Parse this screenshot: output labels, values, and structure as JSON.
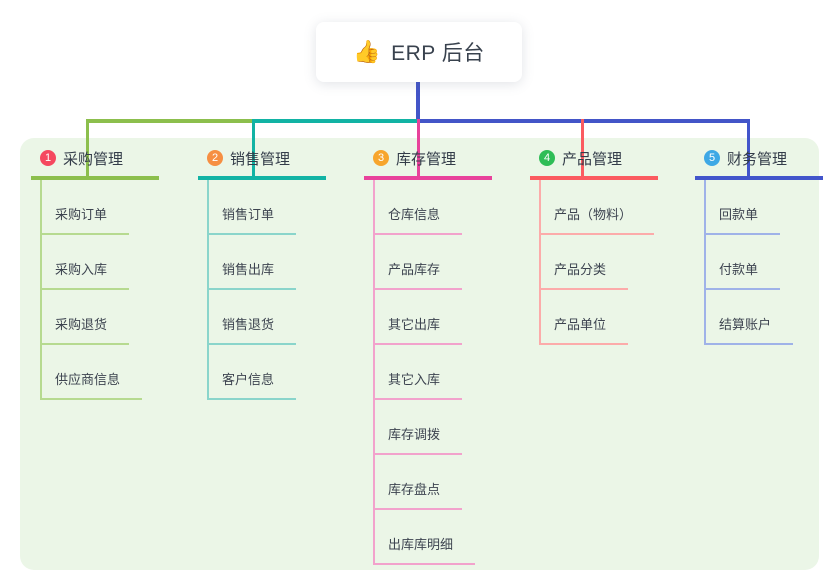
{
  "root": {
    "title": "ERP 后台",
    "icon": "thumbs-up",
    "icon_glyph": "👍"
  },
  "colors": {
    "canvas_bg": "#ffffff",
    "panel_bg": "#ebf6e7",
    "root_line": "#4355c8",
    "title_text": "#39424e",
    "child_text": "#3d4450"
  },
  "branches": [
    {
      "number": "1",
      "title": "采购管理",
      "colors": {
        "badge": "#f5485f",
        "main": "#8cbf4d",
        "light": "#b6da90"
      },
      "children": [
        "采购订单",
        "采购入库",
        "采购退货",
        "供应商信息"
      ]
    },
    {
      "number": "2",
      "title": "销售管理",
      "colors": {
        "badge": "#f68f42",
        "main": "#12b3a4",
        "light": "#8ad5cb"
      },
      "children": [
        "销售订单",
        "销售出库",
        "销售退货",
        "客户信息"
      ]
    },
    {
      "number": "3",
      "title": "库存管理",
      "colors": {
        "badge": "#f7a52c",
        "main": "#e8429b",
        "light": "#f2a2cc"
      },
      "children": [
        "仓库信息",
        "产品库存",
        "其它出库",
        "其它入库",
        "库存调拨",
        "库存盘点",
        "出库库明细"
      ]
    },
    {
      "number": "4",
      "title": "产品管理",
      "colors": {
        "badge": "#2fbd57",
        "main": "#fb5b60",
        "light": "#fcabaa"
      },
      "children": [
        "产品（物料）",
        "产品分类",
        "产品单位"
      ]
    },
    {
      "number": "5",
      "title": "财务管理",
      "colors": {
        "badge": "#3ea8e5",
        "main": "#4255cb",
        "light": "#9fb2e8"
      },
      "children": [
        "回款单",
        "付款单",
        "结算账户"
      ]
    }
  ]
}
